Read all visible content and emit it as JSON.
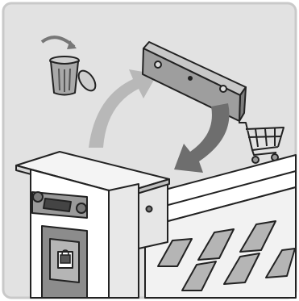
{
  "diagram": {
    "description_label": "",
    "colors": {
      "background": "#e2e2e2",
      "frame": "#c9c9c9",
      "outline": "#222222",
      "part_fill": "#9e9e9e",
      "arrow_fill": "#b8b8b8",
      "arrow_dark": "#6e6e6e",
      "machine_fill": "#ffffff"
    },
    "icons": {
      "discard": "trash-bin-icon",
      "purchase": "shopping-cart-icon",
      "lock": "padlock-icon"
    },
    "steps": [
      {
        "name": "remove-old-part",
        "arrow": "curved-arrow-up-right"
      },
      {
        "name": "install-new-part",
        "arrow": "curved-arrow-down-left"
      }
    ]
  }
}
